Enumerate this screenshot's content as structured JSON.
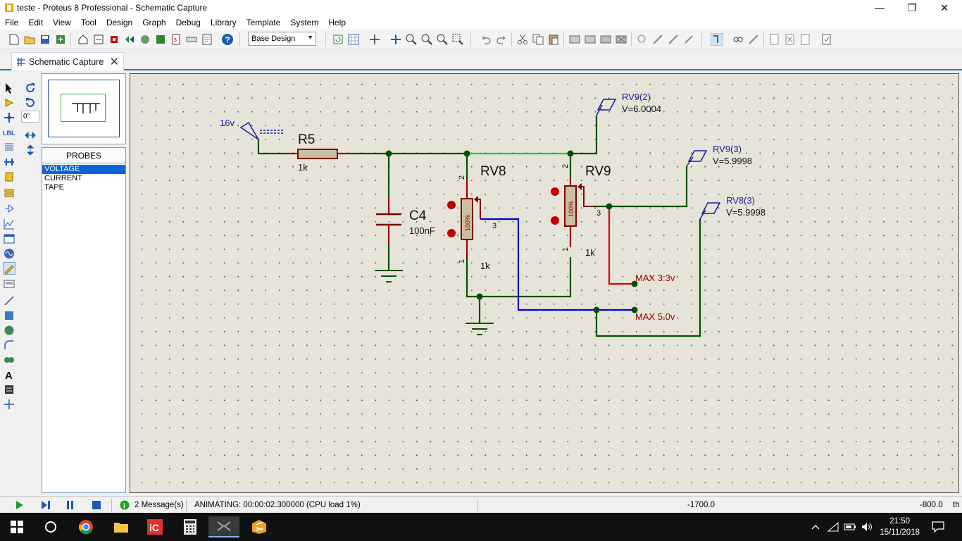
{
  "window": {
    "title": "teste - Proteus 8 Professional - Schematic Capture"
  },
  "menu": [
    "File",
    "Edit",
    "View",
    "Tool",
    "Design",
    "Graph",
    "Debug",
    "Library",
    "Template",
    "System",
    "Help"
  ],
  "toolbar": {
    "design_select": "Base Design"
  },
  "tab": {
    "label": "Schematic Capture"
  },
  "left": {
    "angle": "0°"
  },
  "probes": {
    "header": "PROBES",
    "items": [
      "VOLTAGE",
      "CURRENT",
      "TAPE"
    ],
    "selected": "VOLTAGE"
  },
  "schematic": {
    "r5": {
      "ref": "R5",
      "value": "1k"
    },
    "c4": {
      "ref": "C4",
      "value": "100nF"
    },
    "rv8": {
      "ref": "RV8",
      "value": "1k",
      "percent": "100%",
      "pin1": "1",
      "pin2": "2",
      "pin3": "3"
    },
    "rv9": {
      "ref": "RV9",
      "value": "1k",
      "percent": "100%",
      "pin1": "1",
      "pin2": "2",
      "pin3": "3"
    },
    "supply": {
      "label": "16v"
    },
    "probe_rv9_2": {
      "name": "RV9(2)",
      "reading": "V=6.0004"
    },
    "probe_rv9_3": {
      "name": "RV9(3)",
      "reading": "V=5.9998"
    },
    "probe_rv8_3": {
      "name": "RV8(3)",
      "reading": "V=5.9998"
    },
    "label_max33": "MAX 3.3v",
    "label_max50": "MAX 5.0v"
  },
  "status": {
    "messages": "2 Message(s)",
    "animating": "ANIMATING: 00:00:02.300000 (CPU load 1%)",
    "coord_x": "-1700.0",
    "coord_y": "-800.0",
    "unit": "th"
  },
  "taskbar": {
    "time": "21:50",
    "date": "15/11/2018"
  },
  "colors": {
    "wire": "#005000",
    "wire_active": "#22cc22",
    "wire_red": "#e00000",
    "wire_blue": "#0000e0",
    "component": "#800000",
    "probe": "#1a1aa0",
    "label_red": "#a00000"
  }
}
